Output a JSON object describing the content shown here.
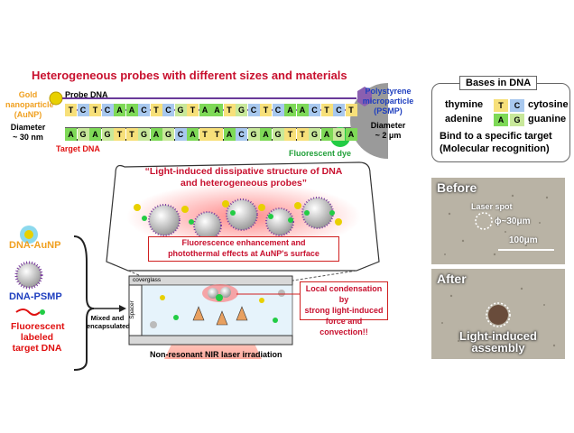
{
  "header": {
    "title": "Heterogeneous probes with different sizes and materials"
  },
  "probe_diagram": {
    "gold_label_1": "Gold",
    "gold_label_2": "nanoparticle",
    "gold_label_3": "(AuNP)",
    "gold_diam_label": "Diameter",
    "gold_diam_value": "~ 30 nm",
    "probe_dna_label": "Probe DNA",
    "target_dna_label": "Target DNA",
    "probe_seq": [
      "T",
      "C",
      "T",
      "C",
      "A",
      "A",
      "C",
      "T",
      "C",
      "G",
      "T",
      "A",
      "A",
      "T",
      "G",
      "C",
      "T",
      "C",
      "A",
      "A",
      "C",
      "T",
      "C",
      "T"
    ],
    "target_seq": [
      "A",
      "G",
      "A",
      "G",
      "T",
      "T",
      "G",
      "A",
      "G",
      "C",
      "A",
      "T",
      "T",
      "A",
      "C",
      "G",
      "A",
      "G",
      "T",
      "T",
      "G",
      "A",
      "G",
      "A"
    ],
    "psmp_label_1": "Polystyrene",
    "psmp_label_2": "microparticle",
    "psmp_label_3": "(PSMP)",
    "psmp_diam_label": "Diameter",
    "psmp_diam_value": "~ 2 μm",
    "dye_label": "Fluorescent dye"
  },
  "bases_box": {
    "title": "Bases in DNA",
    "thymine": "thymine",
    "cytosine": "cytosine",
    "adenine": "adenine",
    "guanine": "guanine",
    "t": "T",
    "c": "C",
    "a": "A",
    "g": "G",
    "line1": "Bind to a specific target",
    "line2": "(Molecular recognition)"
  },
  "colors": {
    "A": "#7ed957",
    "T": "#f7e07a",
    "C": "#a8c8ee",
    "G": "#c8e89a"
  },
  "zoom": {
    "title_1": "“Light-induced dissipative structure of DNA",
    "title_2": "and heterogeneous probes”",
    "note_1": "Fluorescence enhancement and",
    "note_2": "photothermal effects at AuNP's surface"
  },
  "legend": {
    "aunp": "DNA-AuNP",
    "psmp": "DNA-PSMP",
    "target_1": "Fluorescent",
    "target_2": "labeled",
    "target_3": "target DNA",
    "mixed_1": "Mixed and",
    "mixed_2": "encapsulated"
  },
  "cell": {
    "coverglass": "coverglass",
    "spacer": "Spacer",
    "callout_1": "Local condensation by",
    "callout_2": "strong light-induced",
    "callout_3": "force and convection!!",
    "laser": "Non-resonant NIR laser irradiation"
  },
  "before": {
    "title": "Before",
    "laser_spot": "Laser spot",
    "phi": "ϕ~30μm",
    "scale": "100μm"
  },
  "after": {
    "title": "After",
    "caption_1": "Light-induced",
    "caption_2": "assembly"
  }
}
